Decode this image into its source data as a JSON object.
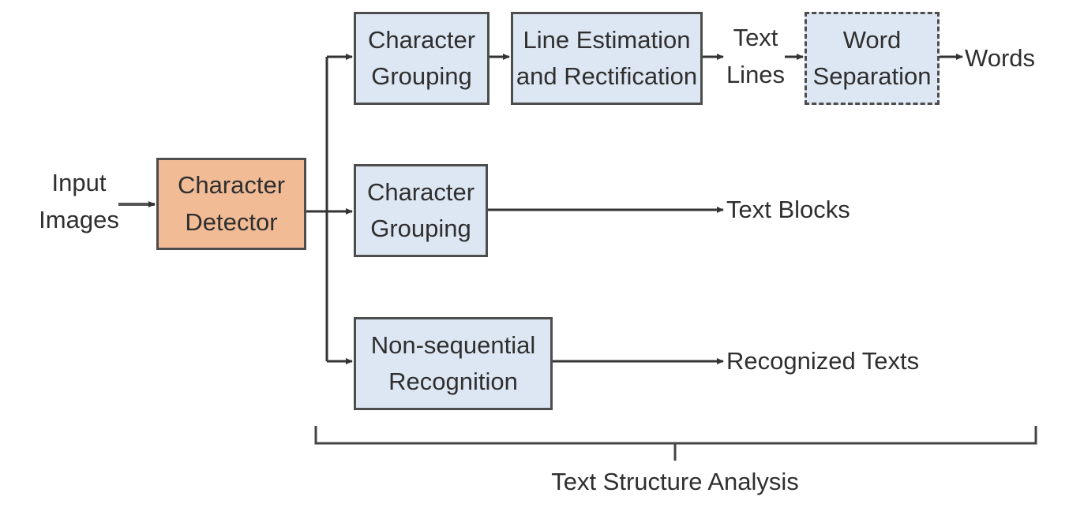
{
  "colors": {
    "process_box_fill": "#dde7f3",
    "detector_box_fill": "#f1bb96",
    "border": "#4d4d4d",
    "arrow": "#333333"
  },
  "diagram": {
    "input": {
      "line1": "Input",
      "line2": "Images"
    },
    "detector": {
      "line1": "Character",
      "line2": "Detector"
    },
    "branch_top": {
      "grouping": {
        "line1": "Character",
        "line2": "Grouping"
      },
      "line_estimation": {
        "line1": "Line Estimation",
        "line2": "and Rectification"
      },
      "text_lines": {
        "line1": "Text",
        "line2": "Lines"
      },
      "word_separation": {
        "line1": "Word",
        "line2": "Separation"
      },
      "output": "Words"
    },
    "branch_middle": {
      "grouping": {
        "line1": "Character",
        "line2": "Grouping"
      },
      "output": "Text Blocks"
    },
    "branch_bottom": {
      "recognition": {
        "line1": "Non-sequential",
        "line2": "Recognition"
      },
      "output": "Recognized Texts"
    },
    "bracket_label": "Text Structure Analysis"
  }
}
